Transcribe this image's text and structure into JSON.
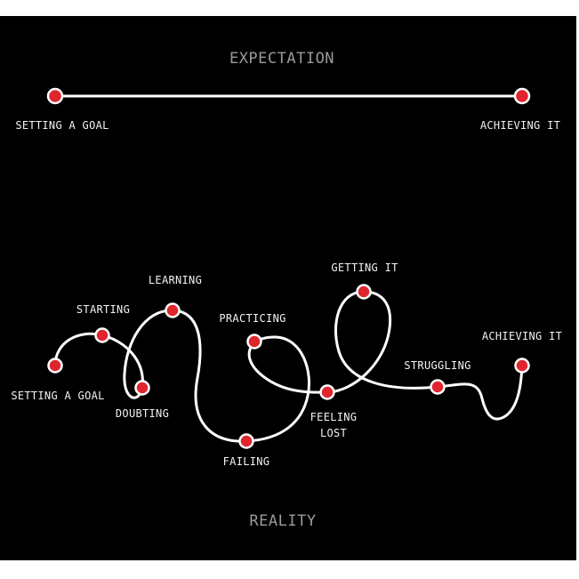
{
  "expectation": {
    "heading": "EXPECTATION",
    "start_label": "SETTING A GOAL",
    "end_label": "ACHIEVING IT"
  },
  "reality": {
    "heading": "REALITY",
    "labels": {
      "setting_a_goal": "SETTING A GOAL",
      "starting": "STARTING",
      "doubting": "DOUBTING",
      "learning": "LEARNING",
      "failing": "FAILING",
      "practicing": "PRACTICING",
      "feeling_lost_line1": "FEELING",
      "feeling_lost_line2": "LOST",
      "getting_it": "GETTING IT",
      "struggling": "STRUGGLING",
      "achieving_it": "ACHIEVING IT"
    }
  },
  "colors": {
    "background": "#000000",
    "line": "#ffffff",
    "node_fill": "#e0252e",
    "heading_text": "#9a9a9a",
    "label_text": "#f2f2f2"
  }
}
